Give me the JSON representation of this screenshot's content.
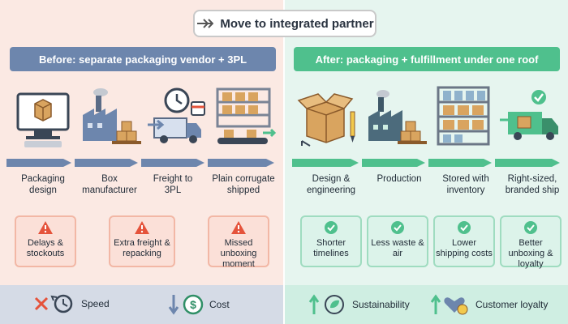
{
  "header": {
    "title": "Move to integrated partner"
  },
  "before": {
    "banner": "Before: separate packaging vendor + 3PL",
    "steps": [
      {
        "label": "Packaging design",
        "icon": "monitor-box-icon"
      },
      {
        "label": "Box manufacturer",
        "icon": "factory-icon"
      },
      {
        "label": "Freight to 3PL",
        "icon": "truck-clock-icon"
      },
      {
        "label": "Plain corrugate shipped",
        "icon": "warehouse-conveyor-icon"
      }
    ],
    "cards": [
      {
        "text": "Delays & stockouts",
        "icon": "warning-icon"
      },
      {
        "text": "Extra freight & repacking",
        "icon": "warning-icon"
      },
      {
        "text": "Missed unboxing moment",
        "icon": "warning-icon"
      }
    ],
    "metrics": [
      {
        "label": "Speed",
        "icon": "slow-clock-icon"
      },
      {
        "label": "Cost",
        "icon": "cost-down-icon"
      }
    ]
  },
  "after": {
    "banner": "After: packaging + fulfillment under one roof",
    "steps": [
      {
        "label": "Design & engineering",
        "icon": "open-box-pencil-icon"
      },
      {
        "label": "Production",
        "icon": "factory-icon"
      },
      {
        "label": "Stored with inventory",
        "icon": "shelving-icon"
      },
      {
        "label": "Right-sized, branded ship",
        "icon": "truck-check-icon"
      }
    ],
    "cards": [
      {
        "text": "Shorter timelines",
        "icon": "check-icon"
      },
      {
        "text": "Less waste & air",
        "icon": "check-icon"
      },
      {
        "text": "Lower shipping costs",
        "icon": "check-icon"
      },
      {
        "text": "Better unboxing & loyalty",
        "icon": "check-icon"
      }
    ],
    "metrics": [
      {
        "label": "Sustainability",
        "icon": "sustainability-up-icon"
      },
      {
        "label": "Customer loyalty",
        "icon": "loyalty-up-icon"
      }
    ]
  },
  "colors": {
    "before_accent": "#6d86ad",
    "after_accent": "#4fc08d",
    "warning": "#e5533b",
    "box": "#d9a45f"
  }
}
